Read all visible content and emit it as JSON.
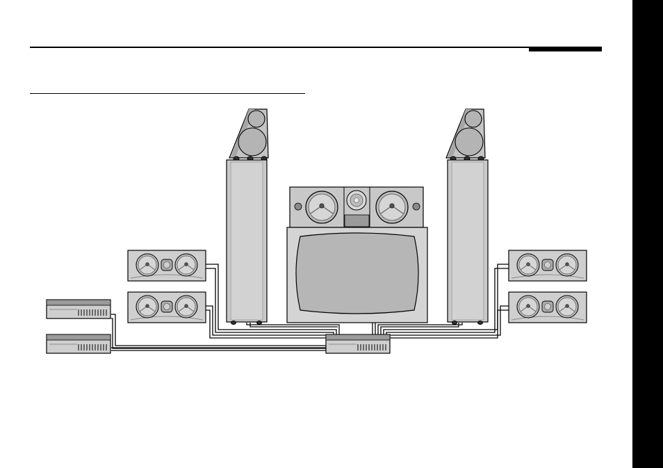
{
  "page": {
    "header_title": "",
    "section_title": ""
  },
  "colors": {
    "page_background": "#ffffff",
    "ink": "#000000",
    "panel_fill": "#c8c8c8",
    "panel_dark": "#8a8a8a",
    "panel_light": "#e2e2e2"
  },
  "diagram": {
    "components": [
      "front-left-tower-speaker",
      "front-right-tower-speaker",
      "center-channel-speaker",
      "television",
      "surround-left-speaker-upper",
      "surround-left-speaker-lower",
      "surround-right-speaker-upper",
      "surround-right-speaker-lower",
      "source-component-upper",
      "source-component-lower",
      "receiver"
    ]
  }
}
